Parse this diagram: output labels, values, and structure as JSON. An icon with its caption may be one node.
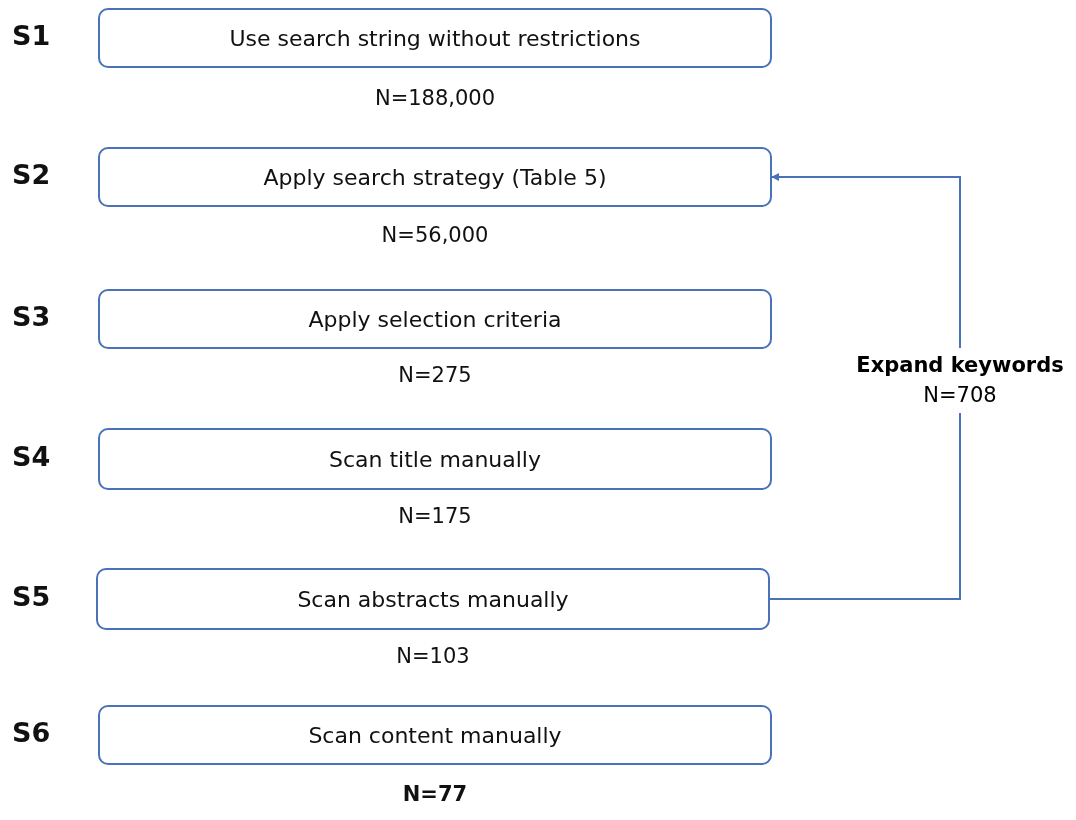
{
  "diagram": {
    "nodes": [
      {
        "text": [
          "Use search string without restrictions"
        ],
        "beside": [
          "S1",
          "N=188,000"
        ]
      },
      {
        "text": [
          "Apply search strategy (Table 5)"
        ],
        "beside": [
          "S2",
          "N=56,000"
        ]
      },
      {
        "text": [
          "Apply selection criteria"
        ],
        "beside": [
          "S3",
          "N=275"
        ]
      },
      {
        "text": [
          "Scan title manually"
        ],
        "beside": [
          "S4",
          "N=175"
        ]
      },
      {
        "text": [
          "Scan abstracts manually"
        ],
        "beside": [
          "S5",
          "N=103"
        ]
      },
      {
        "text": [
          "Scan content manually"
        ],
        "beside": [
          "S6",
          "N=77"
        ]
      }
    ],
    "edges": [
      {
        "from": 4,
        "to": 1,
        "arrow": "to",
        "label": "**Expand keywords** N=708"
      }
    ]
  }
}
